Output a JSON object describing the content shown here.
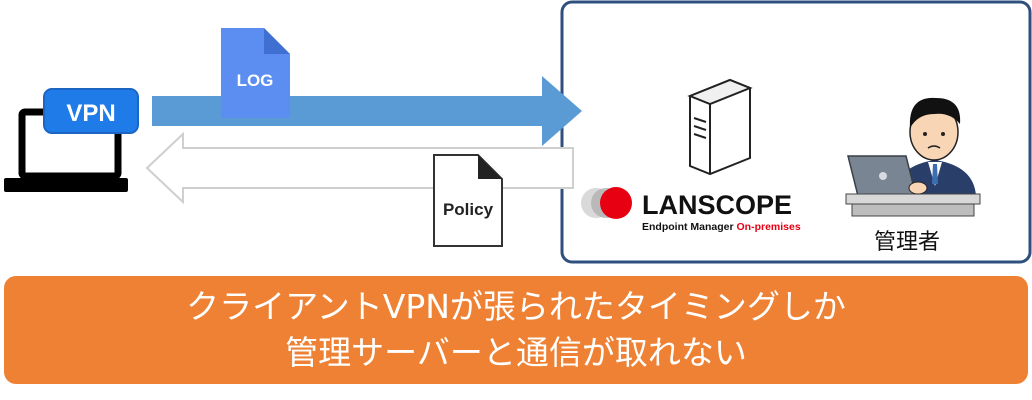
{
  "vpn_badge": "VPN",
  "log_doc": "LOG",
  "policy_doc": "Policy",
  "brand": {
    "name": "LANSCOPE",
    "sub_prefix": "Endpoint Manager",
    "sub_suffix": "On-premises",
    "red": "#e60012"
  },
  "admin_label": "管理者",
  "caption": {
    "line1": "クライアントVPNが張られたタイミングしか",
    "line2": "管理サーバーと通信が取れない"
  },
  "colors": {
    "arrow": "#5b9bd5",
    "doc": "#5b8ef0",
    "caption_bg": "#ee8133",
    "frame": "#2f4f7f"
  }
}
